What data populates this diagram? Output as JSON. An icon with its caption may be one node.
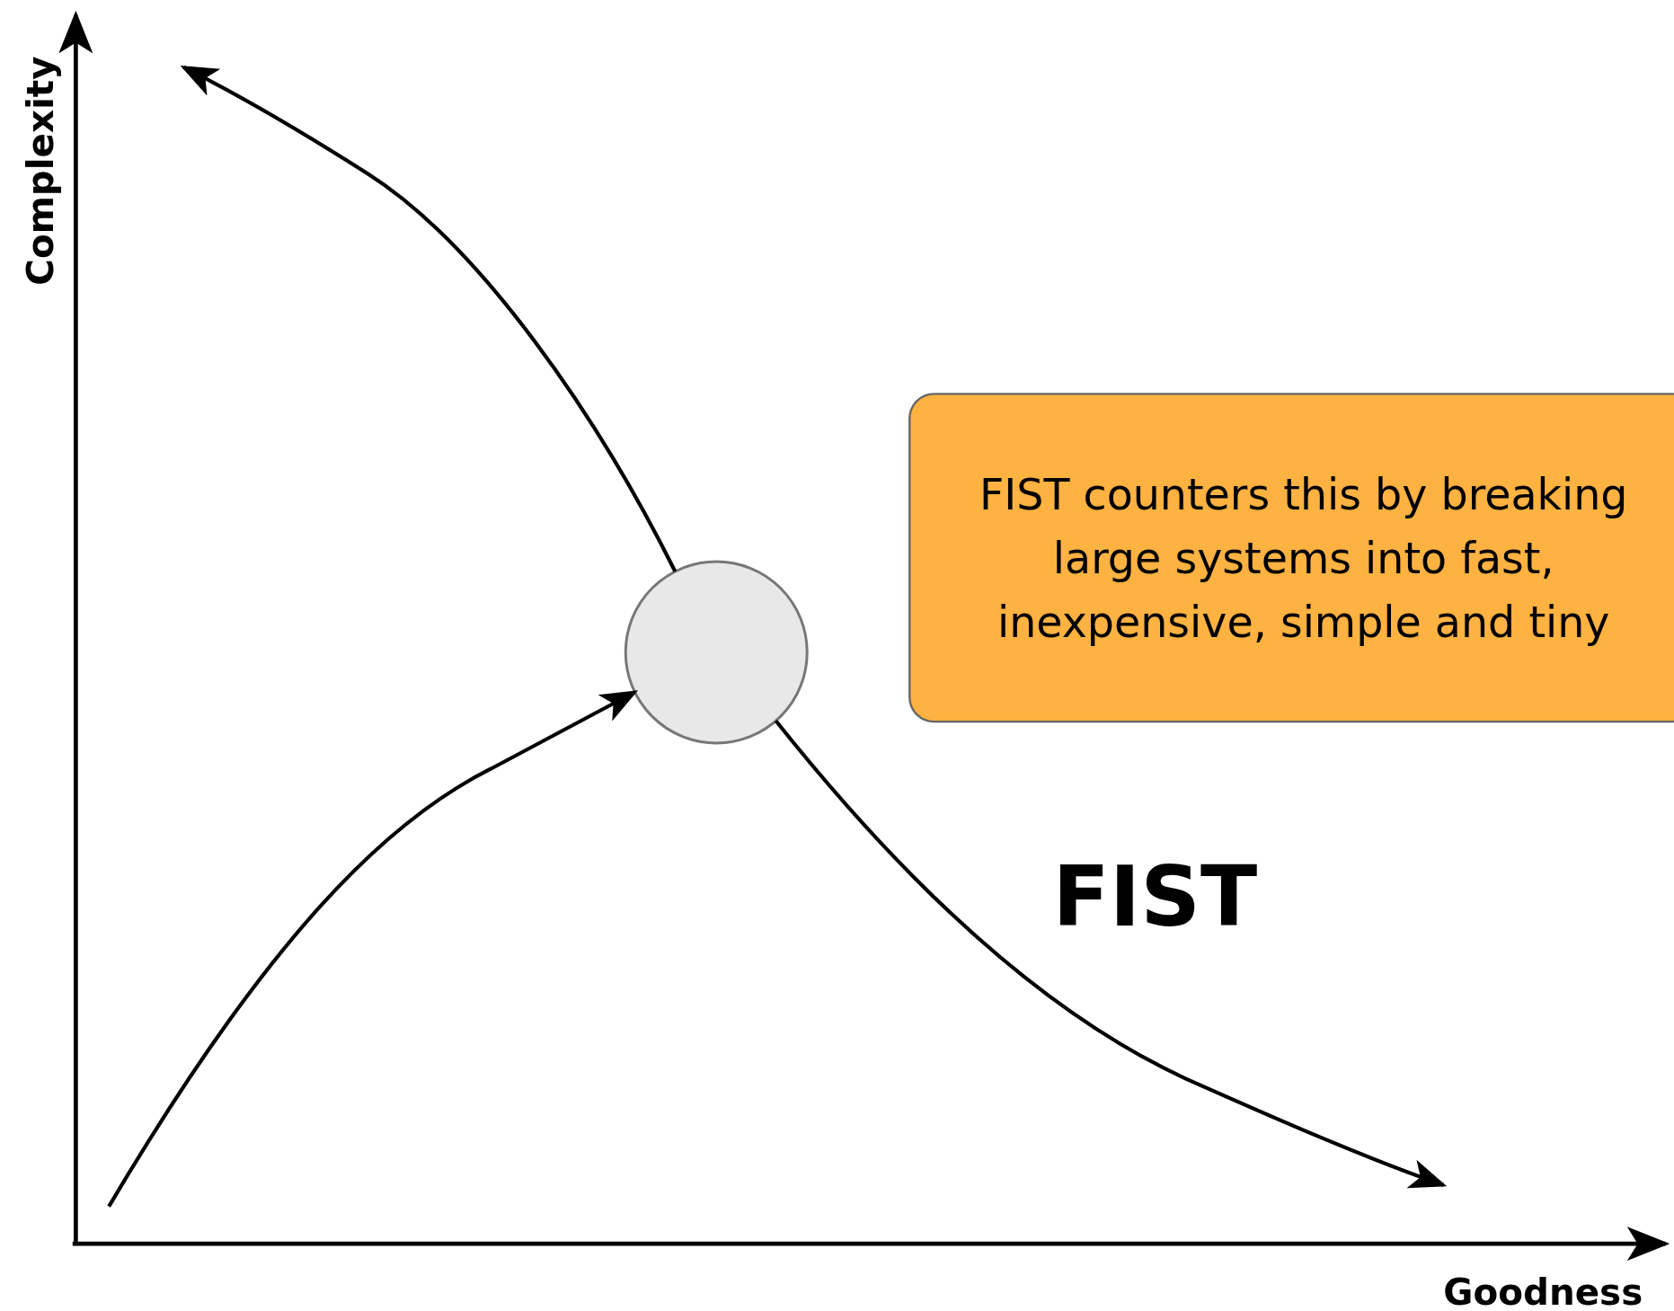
{
  "diagram": {
    "nodes": [
      {
        "text": [
          "FIST counters this by breaking large systems into fast, inexpensive, simple and tiny"
        ]
      },
      {
        "text": [],
        "shape": "circle"
      }
    ],
    "edges": [
      {
        "from": null,
        "to": 1,
        "arrow": "to"
      },
      {
        "from": 1,
        "to": null,
        "arrow": "to"
      },
      {
        "from": 1,
        "to": null,
        "arrow": "to"
      }
    ],
    "labels": [
      "Complexity",
      "Goodness",
      "FIST"
    ]
  }
}
